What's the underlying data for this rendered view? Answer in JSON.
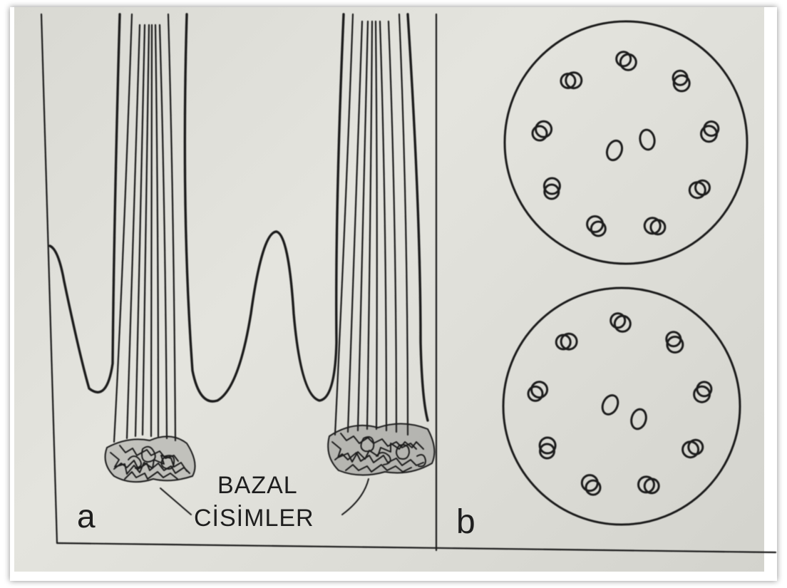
{
  "diagram": {
    "panel_a": {
      "letter": "a",
      "caption_line1": "BAZAL",
      "caption_line2": "CİSİMLER"
    },
    "panel_b": {
      "letter": "b"
    }
  },
  "colors": {
    "ink": "#1e1e1e",
    "slide_background": "#dcdcd6",
    "frame": "#ffffff"
  }
}
